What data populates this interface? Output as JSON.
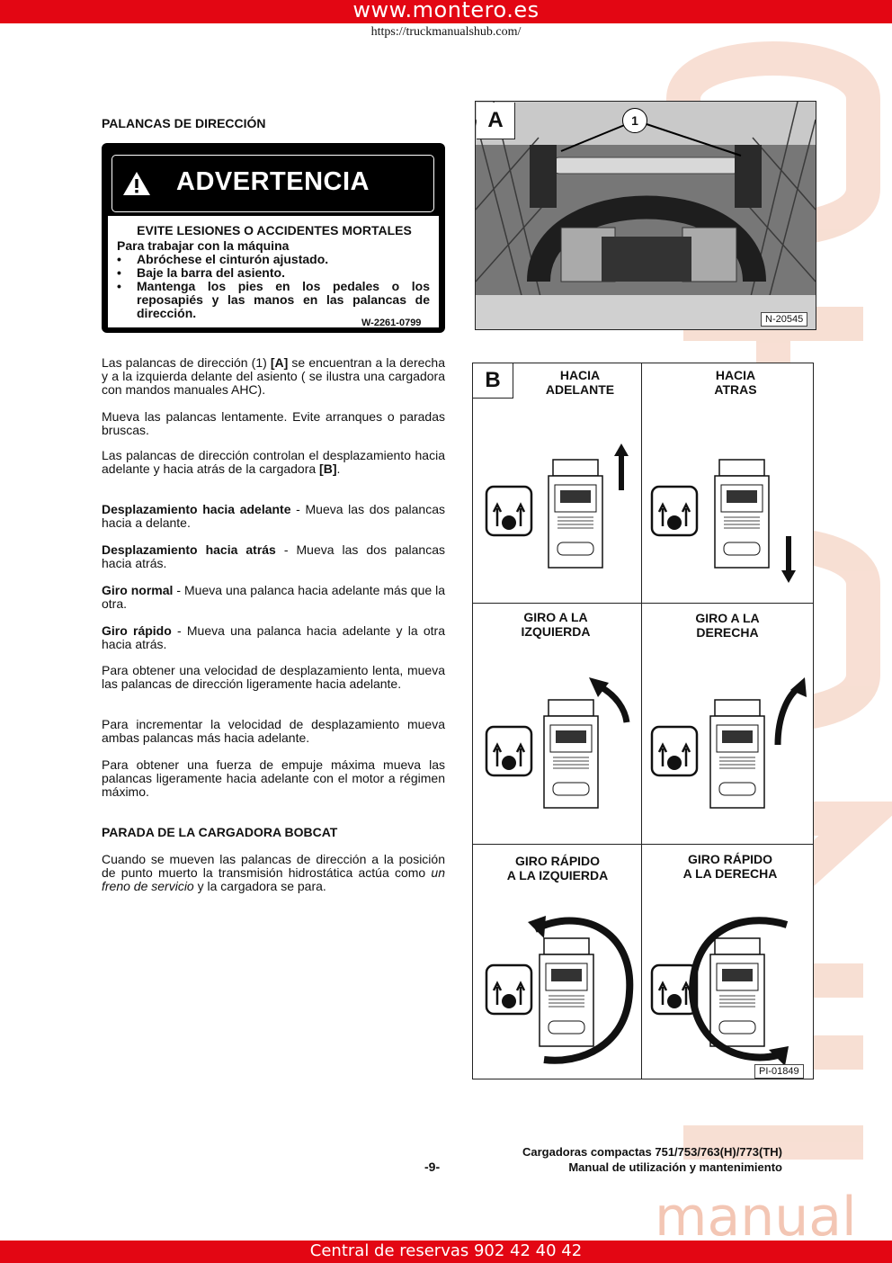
{
  "header": {
    "site": "www.montero.es",
    "source_url": "https://truckmanualshub.com/"
  },
  "footer_bar": {
    "text": "Central de reservas  902 42 40 42"
  },
  "watermark": {
    "word": "manual"
  },
  "section1": {
    "title": "PALANCAS DE DIRECCIÓN"
  },
  "warning": {
    "title": "ADVERTENCIA",
    "heading": "EVITE LESIONES O ACCIDENTES MORTALES",
    "intro": "Para trabajar con la máquina",
    "bullets": [
      "Abróchese el cinturón ajustado.",
      "Baje la barra del asiento.",
      "Mantenga los pies en los pedales o los reposapiés y las manos en las palancas de dirección."
    ],
    "code": "W-2261-0799"
  },
  "paragraphs": {
    "p1_a": "Las palancas de dirección (1) ",
    "p1_b": "[A]",
    "p1_c": " se encuentran a la derecha y a la izquierda delante del asiento ( se ilustra una cargadora con mandos manuales AHC).",
    "p2": "Mueva las palancas lentamente. Evite arranques o paradas bruscas.",
    "p3_a": "Las palancas de dirección controlan el desplazamiento hacia adelante y hacia atrás de la cargadora ",
    "p3_b": "[B]",
    "p3_c": ".",
    "p4_b": "Desplazamiento hacia adelante",
    "p4_t": " - Mueva las dos palancas hacia a delante.",
    "p5_b": "Desplazamiento hacia atrás",
    "p5_t": " - Mueva las dos palancas hacia atrás.",
    "p6_b": "Giro normal",
    "p6_t": " - Mueva una palanca hacia adelante más que la otra.",
    "p7_b": "Giro rápido",
    "p7_t": " - Mueva una palanca hacia adelante y la otra hacia atrás.",
    "p8": "Para obtener una velocidad de desplazamiento lenta, mueva las palancas de dirección ligeramente hacia adelante.",
    "p9": "Para incrementar la velocidad de desplazamiento mueva ambas palancas más hacia adelante.",
    "p10": "Para obtener una fuerza de empuje máxima mueva las palancas ligeramente hacia adelante con el motor a régimen máximo."
  },
  "section2": {
    "title": "PARADA DE LA CARGADORA BOBCAT",
    "p_a": "Cuando se mueven las palancas de dirección a la posición de punto muerto la transmisión hidrostática actúa como ",
    "p_i": "un freno de servicio",
    "p_c": " y la cargadora se para."
  },
  "figureA": {
    "label": "A",
    "callout": "1",
    "code": "N-20545"
  },
  "figureB": {
    "label": "B",
    "code": "PI-01849",
    "cells": [
      {
        "l1": "HACIA",
        "l2": "ADELANTE"
      },
      {
        "l1": "HACIA",
        "l2": "ATRAS"
      },
      {
        "l1": "GIRO A LA",
        "l2": "IZQUIERDA"
      },
      {
        "l1": "GIRO A LA",
        "l2": "DERECHA"
      },
      {
        "l1": "GIRO RÁPIDO",
        "l2": "A LA IZQUIERDA"
      },
      {
        "l1": "GIRO RÁPIDO",
        "l2": "A LA DERECHA"
      }
    ]
  },
  "page": {
    "number": "-9-",
    "footer_line1": "Cargadoras compactas 751/753/763(H)/773(TH)",
    "footer_line2": "Manual de utilización y mantenimiento"
  }
}
